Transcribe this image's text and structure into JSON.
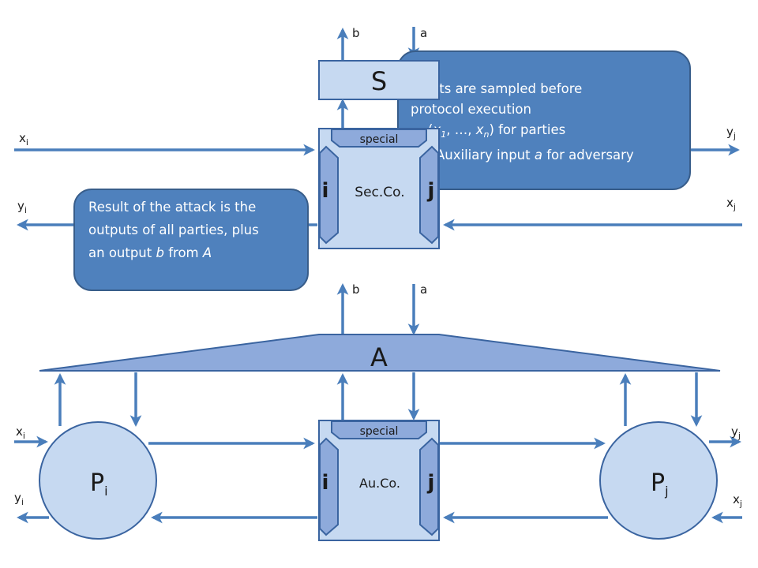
{
  "top": {
    "simulator_label": "S",
    "box_label": "Sec.Co.",
    "special_label": "special",
    "port_i": "i",
    "port_j": "j",
    "b_label": "b",
    "a_label": "a",
    "xi": {
      "base": "x",
      "sub": "i"
    },
    "yi": {
      "base": "y",
      "sub": "i"
    },
    "xj": {
      "base": "x",
      "sub": "j"
    },
    "yj": {
      "base": "y",
      "sub": "j"
    },
    "callout_right": {
      "line1": "Inputs are sampled before",
      "line2": "protocol execution",
      "line3_prefix": "(",
      "line3_x1": "x",
      "line3_x1_sub": "1",
      "line3_mid": ", …, ",
      "line3_xn": "x",
      "line3_xn_sub": "n",
      "line3_suffix": ") for parties",
      "line4_prefix": "Auxiliary input ",
      "line4_var": "a",
      "line4_suffix": " for adversary"
    },
    "callout_left": {
      "line1": "Result of the attack is the",
      "line2": "outputs of all parties, plus",
      "line3_prefix": "an output ",
      "line3_b": "b",
      "line3_mid": " from ",
      "line3_A": "A"
    }
  },
  "bottom": {
    "adversary_label": "A",
    "box_label": "Au.Co.",
    "special_label": "special",
    "port_i": "i",
    "port_j": "j",
    "b_label": "b",
    "a_label": "a",
    "party_i": {
      "base": "P",
      "sub": "i"
    },
    "party_j": {
      "base": "P",
      "sub": "j"
    },
    "xi": {
      "base": "x",
      "sub": "i"
    },
    "yi": {
      "base": "y",
      "sub": "i"
    },
    "xj": {
      "base": "x",
      "sub": "j"
    },
    "yj": {
      "base": "y",
      "sub": "j"
    }
  },
  "colors": {
    "arrow": "#4a7ebb",
    "box_fill": "#c6d9f1",
    "box_stroke": "#3a64a0",
    "port_fill": "#8eaadb",
    "callout_fill": "#4f81bd",
    "callout_stroke": "#385d8a"
  }
}
